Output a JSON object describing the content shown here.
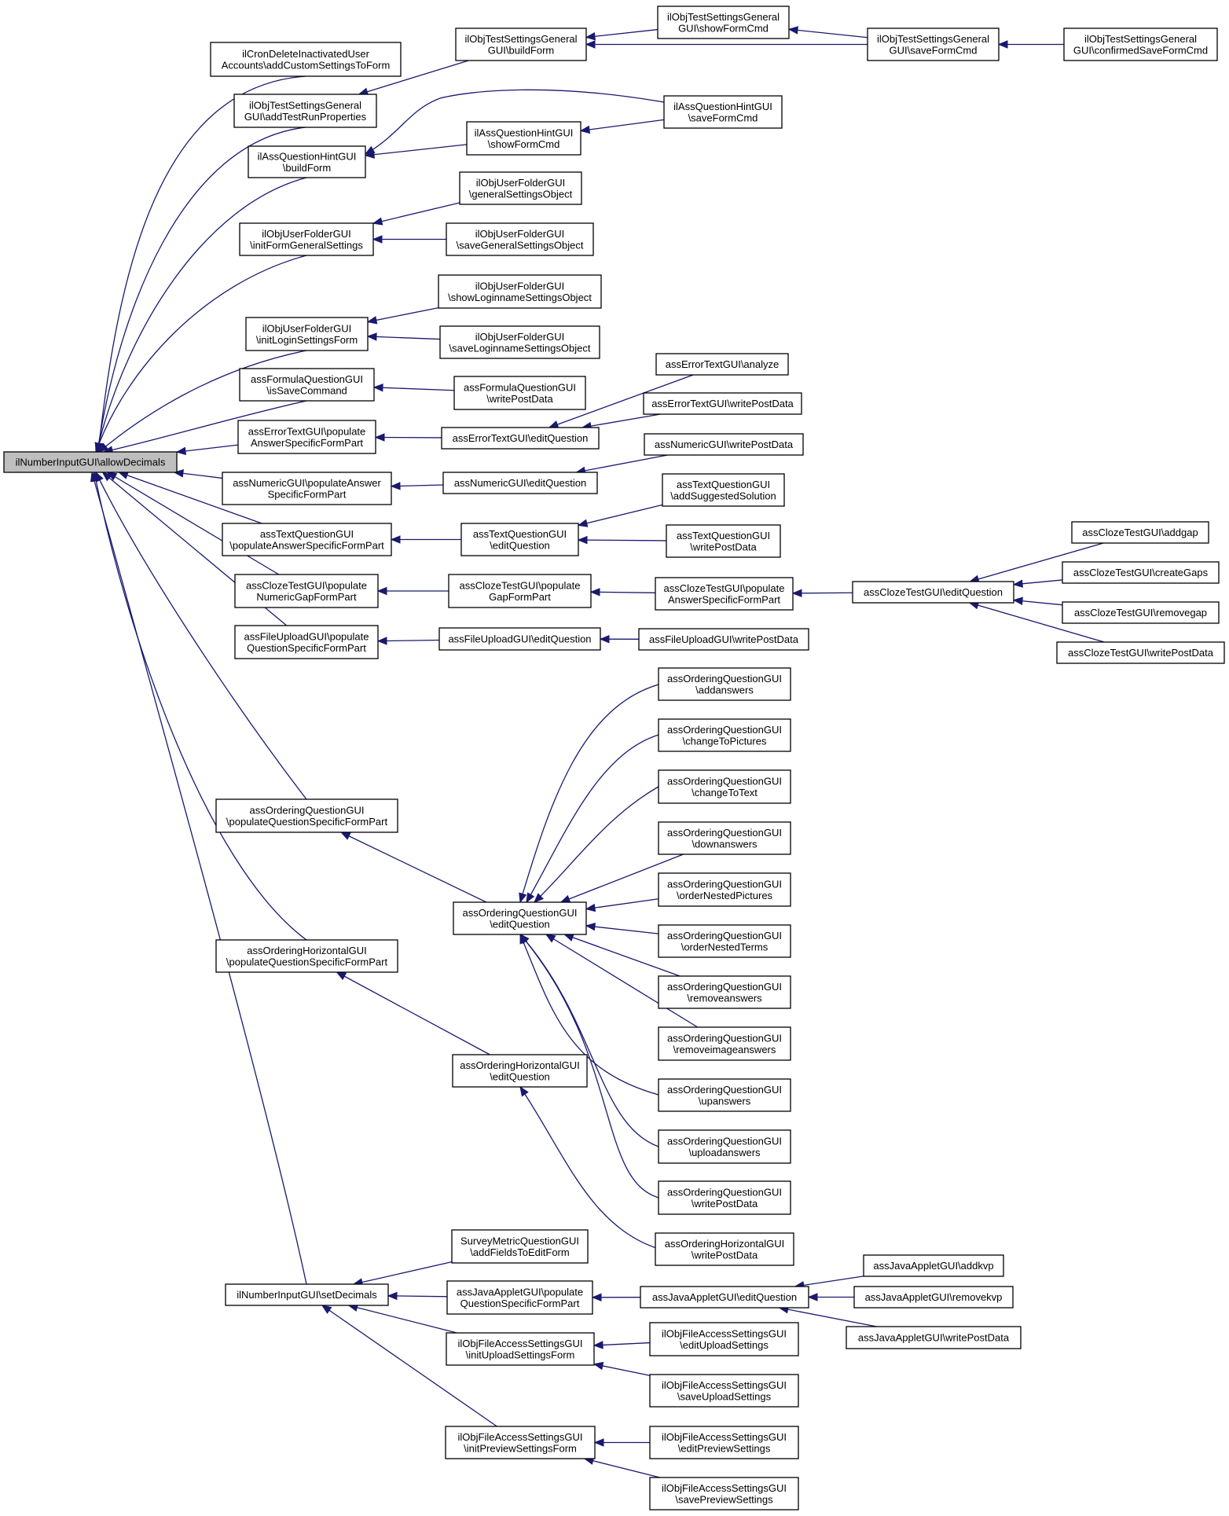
{
  "diagram": {
    "title": "",
    "colors": {
      "edge": "#191970",
      "node_border": "#000000",
      "node_fill": "#ffffff",
      "root_fill": "#bfbfbf",
      "text": "#000000"
    },
    "nodes": [
      {
        "id": "root",
        "lines": [
          "ilNumberInputGUI\\allowDecimals"
        ],
        "root": true
      },
      {
        "id": "cron",
        "lines": [
          "ilCronDeleteInactivatedUser",
          "Accounts\\addCustomSettingsToForm"
        ]
      },
      {
        "id": "tsAddRun",
        "lines": [
          "ilObjTestSettingsGeneral",
          "GUI\\addTestRunProperties"
        ]
      },
      {
        "id": "hintBuild",
        "lines": [
          "ilAssQuestionHintGUI",
          "\\buildForm"
        ]
      },
      {
        "id": "ufInitGen",
        "lines": [
          "ilObjUserFolderGUI",
          "\\initFormGeneralSettings"
        ]
      },
      {
        "id": "ufInitLogin",
        "lines": [
          "ilObjUserFolderGUI",
          "\\initLoginSettingsForm"
        ]
      },
      {
        "id": "formulaIsSave",
        "lines": [
          "assFormulaQuestionGUI",
          "\\isSaveCommand"
        ]
      },
      {
        "id": "errPop",
        "lines": [
          "assErrorTextGUI\\populate",
          "AnswerSpecificFormPart"
        ]
      },
      {
        "id": "numPop",
        "lines": [
          "assNumericGUI\\populateAnswer",
          "SpecificFormPart"
        ]
      },
      {
        "id": "textPop",
        "lines": [
          "assTextQuestionGUI",
          "\\populateAnswerSpecificFormPart"
        ]
      },
      {
        "id": "clozeNumPop",
        "lines": [
          "assClozeTestGUI\\populate",
          "NumericGapFormPart"
        ]
      },
      {
        "id": "filePop",
        "lines": [
          "assFileUploadGUI\\populate",
          "QuestionSpecificFormPart"
        ]
      },
      {
        "id": "ordPop",
        "lines": [
          "assOrderingQuestionGUI",
          "\\populateQuestionSpecificFormPart"
        ]
      },
      {
        "id": "ordHPop",
        "lines": [
          "assOrderingHorizontalGUI",
          "\\populateQuestionSpecificFormPart"
        ]
      },
      {
        "id": "setDec",
        "lines": [
          "ilNumberInputGUI\\setDecimals"
        ]
      },
      {
        "id": "tsBuild",
        "lines": [
          "ilObjTestSettingsGeneral",
          "GUI\\buildForm"
        ]
      },
      {
        "id": "hintShow",
        "lines": [
          "ilAssQuestionHintGUI",
          "\\showFormCmd"
        ]
      },
      {
        "id": "ufGenObj",
        "lines": [
          "ilObjUserFolderGUI",
          "\\generalSettingsObject"
        ]
      },
      {
        "id": "ufSaveGen",
        "lines": [
          "ilObjUserFolderGUI",
          "\\saveGeneralSettingsObject"
        ]
      },
      {
        "id": "ufShowLogin",
        "lines": [
          "ilObjUserFolderGUI",
          "\\showLoginnameSettingsObject"
        ]
      },
      {
        "id": "ufSaveLogin",
        "lines": [
          "ilObjUserFolderGUI",
          "\\saveLoginnameSettingsObject"
        ]
      },
      {
        "id": "formulaWrite",
        "lines": [
          "assFormulaQuestionGUI",
          "\\writePostData"
        ]
      },
      {
        "id": "errEdit",
        "lines": [
          "assErrorTextGUI\\editQuestion"
        ]
      },
      {
        "id": "numEdit",
        "lines": [
          "assNumericGUI\\editQuestion"
        ]
      },
      {
        "id": "textEdit",
        "lines": [
          "assTextQuestionGUI",
          "\\editQuestion"
        ]
      },
      {
        "id": "clozeGapPop",
        "lines": [
          "assClozeTestGUI\\populate",
          "GapFormPart"
        ]
      },
      {
        "id": "fileEdit",
        "lines": [
          "assFileUploadGUI\\editQuestion"
        ]
      },
      {
        "id": "ordEdit",
        "lines": [
          "assOrderingQuestionGUI",
          "\\editQuestion"
        ]
      },
      {
        "id": "ordHEdit",
        "lines": [
          "assOrderingHorizontalGUI",
          "\\editQuestion"
        ]
      },
      {
        "id": "surveyAdd",
        "lines": [
          "SurveyMetricQuestionGUI",
          "\\addFieldsToEditForm"
        ]
      },
      {
        "id": "javaPop",
        "lines": [
          "assJavaAppletGUI\\populate",
          "QuestionSpecificFormPart"
        ]
      },
      {
        "id": "facInitUpload",
        "lines": [
          "ilObjFileAccessSettingsGUI",
          "\\initUploadSettingsForm"
        ]
      },
      {
        "id": "facInitPreview",
        "lines": [
          "ilObjFileAccessSettingsGUI",
          "\\initPreviewSettingsForm"
        ]
      },
      {
        "id": "tsShow",
        "lines": [
          "ilObjTestSettingsGeneral",
          "GUI\\showFormCmd"
        ]
      },
      {
        "id": "hintSave",
        "lines": [
          "ilAssQuestionHintGUI",
          "\\saveFormCmd"
        ]
      },
      {
        "id": "errAnalyze",
        "lines": [
          "assErrorTextGUI\\analyze"
        ]
      },
      {
        "id": "errWrite",
        "lines": [
          "assErrorTextGUI\\writePostData"
        ]
      },
      {
        "id": "numWrite",
        "lines": [
          "assNumericGUI\\writePostData"
        ]
      },
      {
        "id": "textAddSugg",
        "lines": [
          "assTextQuestionGUI",
          "\\addSuggestedSolution"
        ]
      },
      {
        "id": "textWrite",
        "lines": [
          "assTextQuestionGUI",
          "\\writePostData"
        ]
      },
      {
        "id": "clozeAnsPop",
        "lines": [
          "assClozeTestGUI\\populate",
          "AnswerSpecificFormPart"
        ]
      },
      {
        "id": "fileWrite",
        "lines": [
          "assFileUploadGUI\\writePostData"
        ]
      },
      {
        "id": "ordAdd",
        "lines": [
          "assOrderingQuestionGUI",
          "\\addanswers"
        ]
      },
      {
        "id": "ordChPic",
        "lines": [
          "assOrderingQuestionGUI",
          "\\changeToPictures"
        ]
      },
      {
        "id": "ordChTxt",
        "lines": [
          "assOrderingQuestionGUI",
          "\\changeToText"
        ]
      },
      {
        "id": "ordDown",
        "lines": [
          "assOrderingQuestionGUI",
          "\\downanswers"
        ]
      },
      {
        "id": "ordNestPic",
        "lines": [
          "assOrderingQuestionGUI",
          "\\orderNestedPictures"
        ]
      },
      {
        "id": "ordNestTerm",
        "lines": [
          "assOrderingQuestionGUI",
          "\\orderNestedTerms"
        ]
      },
      {
        "id": "ordRemove",
        "lines": [
          "assOrderingQuestionGUI",
          "\\removeanswers"
        ]
      },
      {
        "id": "ordRemoveImg",
        "lines": [
          "assOrderingQuestionGUI",
          "\\removeimageanswers"
        ]
      },
      {
        "id": "ordUp",
        "lines": [
          "assOrderingQuestionGUI",
          "\\upanswers"
        ]
      },
      {
        "id": "ordUpload",
        "lines": [
          "assOrderingQuestionGUI",
          "\\uploadanswers"
        ]
      },
      {
        "id": "ordWrite",
        "lines": [
          "assOrderingQuestionGUI",
          "\\writePostData"
        ]
      },
      {
        "id": "ordHWrite",
        "lines": [
          "assOrderingHorizontalGUI",
          "\\writePostData"
        ]
      },
      {
        "id": "javaEdit",
        "lines": [
          "assJavaAppletGUI\\editQuestion"
        ]
      },
      {
        "id": "facEditUpload",
        "lines": [
          "ilObjFileAccessSettingsGUI",
          "\\editUploadSettings"
        ]
      },
      {
        "id": "facSaveUpload",
        "lines": [
          "ilObjFileAccessSettingsGUI",
          "\\saveUploadSettings"
        ]
      },
      {
        "id": "facEditPreview",
        "lines": [
          "ilObjFileAccessSettingsGUI",
          "\\editPreviewSettings"
        ]
      },
      {
        "id": "facSavePreview",
        "lines": [
          "ilObjFileAccessSettingsGUI",
          "\\savePreviewSettings"
        ]
      },
      {
        "id": "tsSave",
        "lines": [
          "ilObjTestSettingsGeneral",
          "GUI\\saveFormCmd"
        ]
      },
      {
        "id": "clozeEdit",
        "lines": [
          "assClozeTestGUI\\editQuestion"
        ]
      },
      {
        "id": "javaAddKvp",
        "lines": [
          "assJavaAppletGUI\\addkvp"
        ]
      },
      {
        "id": "javaRemKvp",
        "lines": [
          "assJavaAppletGUI\\removekvp"
        ]
      },
      {
        "id": "javaWrite",
        "lines": [
          "assJavaAppletGUI\\writePostData"
        ]
      },
      {
        "id": "tsConfirm",
        "lines": [
          "ilObjTestSettingsGeneral",
          "GUI\\confirmedSaveFormCmd"
        ]
      },
      {
        "id": "clozeAddGap",
        "lines": [
          "assClozeTestGUI\\addgap"
        ]
      },
      {
        "id": "clozeCreate",
        "lines": [
          "assClozeTestGUI\\createGaps"
        ]
      },
      {
        "id": "clozeRemGap",
        "lines": [
          "assClozeTestGUI\\removegap"
        ]
      },
      {
        "id": "clozeWrite",
        "lines": [
          "assClozeTestGUI\\writePostData"
        ]
      }
    ],
    "edges": [
      [
        "cron",
        "root"
      ],
      [
        "tsAddRun",
        "root"
      ],
      [
        "hintBuild",
        "root"
      ],
      [
        "ufInitGen",
        "root"
      ],
      [
        "ufInitLogin",
        "root"
      ],
      [
        "formulaIsSave",
        "root"
      ],
      [
        "errPop",
        "root"
      ],
      [
        "numPop",
        "root"
      ],
      [
        "textPop",
        "root"
      ],
      [
        "clozeNumPop",
        "root"
      ],
      [
        "filePop",
        "root"
      ],
      [
        "ordPop",
        "root"
      ],
      [
        "ordHPop",
        "root"
      ],
      [
        "setDec",
        "root"
      ],
      [
        "tsBuild",
        "tsAddRun"
      ],
      [
        "tsShow",
        "tsBuild"
      ],
      [
        "tsSave",
        "tsBuild"
      ],
      [
        "tsSave",
        "tsShow"
      ],
      [
        "tsConfirm",
        "tsSave"
      ],
      [
        "hintSave",
        "hintBuild"
      ],
      [
        "hintShow",
        "hintBuild"
      ],
      [
        "hintSave",
        "hintShow"
      ],
      [
        "ufGenObj",
        "ufInitGen"
      ],
      [
        "ufSaveGen",
        "ufInitGen"
      ],
      [
        "ufShowLogin",
        "ufInitLogin"
      ],
      [
        "ufSaveLogin",
        "ufInitLogin"
      ],
      [
        "formulaWrite",
        "formulaIsSave"
      ],
      [
        "errEdit",
        "errPop"
      ],
      [
        "errAnalyze",
        "errEdit"
      ],
      [
        "errWrite",
        "errEdit"
      ],
      [
        "numEdit",
        "numPop"
      ],
      [
        "numWrite",
        "numEdit"
      ],
      [
        "textEdit",
        "textPop"
      ],
      [
        "textAddSugg",
        "textEdit"
      ],
      [
        "textWrite",
        "textEdit"
      ],
      [
        "clozeGapPop",
        "clozeNumPop"
      ],
      [
        "clozeAnsPop",
        "clozeGapPop"
      ],
      [
        "clozeEdit",
        "clozeAnsPop"
      ],
      [
        "clozeAddGap",
        "clozeEdit"
      ],
      [
        "clozeCreate",
        "clozeEdit"
      ],
      [
        "clozeRemGap",
        "clozeEdit"
      ],
      [
        "clozeWrite",
        "clozeEdit"
      ],
      [
        "fileEdit",
        "filePop"
      ],
      [
        "fileWrite",
        "fileEdit"
      ],
      [
        "ordEdit",
        "ordPop"
      ],
      [
        "ordAdd",
        "ordEdit"
      ],
      [
        "ordChPic",
        "ordEdit"
      ],
      [
        "ordChTxt",
        "ordEdit"
      ],
      [
        "ordDown",
        "ordEdit"
      ],
      [
        "ordNestPic",
        "ordEdit"
      ],
      [
        "ordNestTerm",
        "ordEdit"
      ],
      [
        "ordRemove",
        "ordEdit"
      ],
      [
        "ordRemoveImg",
        "ordEdit"
      ],
      [
        "ordUp",
        "ordEdit"
      ],
      [
        "ordUpload",
        "ordEdit"
      ],
      [
        "ordWrite",
        "ordEdit"
      ],
      [
        "ordHEdit",
        "ordHPop"
      ],
      [
        "ordHWrite",
        "ordHEdit"
      ],
      [
        "surveyAdd",
        "setDec"
      ],
      [
        "javaPop",
        "setDec"
      ],
      [
        "facInitUpload",
        "setDec"
      ],
      [
        "facInitPreview",
        "setDec"
      ],
      [
        "javaEdit",
        "javaPop"
      ],
      [
        "javaAddKvp",
        "javaEdit"
      ],
      [
        "javaRemKvp",
        "javaEdit"
      ],
      [
        "javaWrite",
        "javaEdit"
      ],
      [
        "facEditUpload",
        "facInitUpload"
      ],
      [
        "facSaveUpload",
        "facInitUpload"
      ],
      [
        "facEditPreview",
        "facInitPreview"
      ],
      [
        "facSavePreview",
        "facInitPreview"
      ]
    ]
  }
}
